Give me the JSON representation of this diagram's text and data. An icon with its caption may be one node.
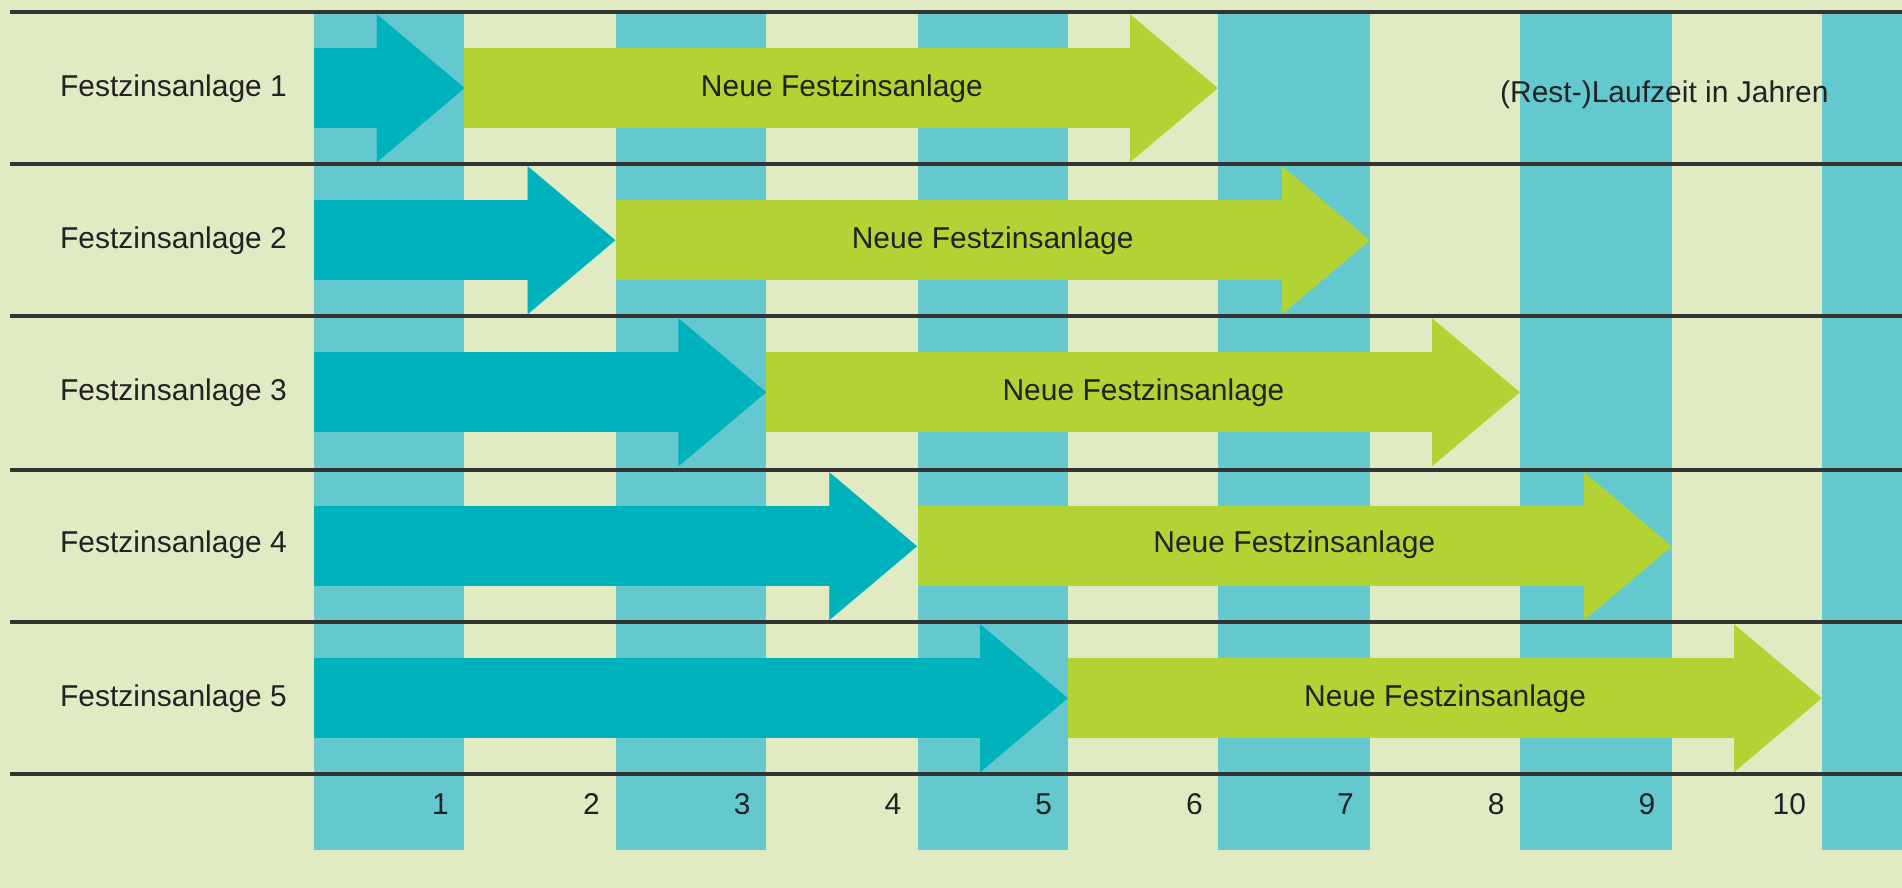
{
  "diagram": {
    "nodes": [
      {
        "text": [
          "Festzinsanlage 1"
        ]
      },
      {
        "text": [],
        "shape": "arrow"
      },
      {
        "text": [
          "Neue Festzinsanlage"
        ]
      },
      {
        "text": [
          "Festzinsanlage 2"
        ]
      },
      {
        "text": [],
        "shape": "arrow"
      },
      {
        "text": [
          "Neue Festzinsanlage"
        ]
      },
      {
        "text": [
          "Festzinsanlage 3"
        ]
      },
      {
        "text": [],
        "shape": "arrow"
      },
      {
        "text": [
          "Neue Festzinsanlage"
        ]
      },
      {
        "text": [
          "Festzinsanlage 4"
        ]
      },
      {
        "text": [],
        "shape": "arrow"
      },
      {
        "text": [
          "Neue Festzinsanlage"
        ]
      },
      {
        "text": [
          "Festzinsanlage 5"
        ]
      },
      {
        "text": [],
        "shape": "arrow"
      },
      {
        "text": [
          "Neue Festzinsanlage"
        ]
      }
    ],
    "labels": [
      "(Rest-)Laufzeit in Jahren",
      "1",
      "2",
      "3",
      "4",
      "5",
      "6",
      "7",
      "8",
      "9",
      "10"
    ]
  }
}
